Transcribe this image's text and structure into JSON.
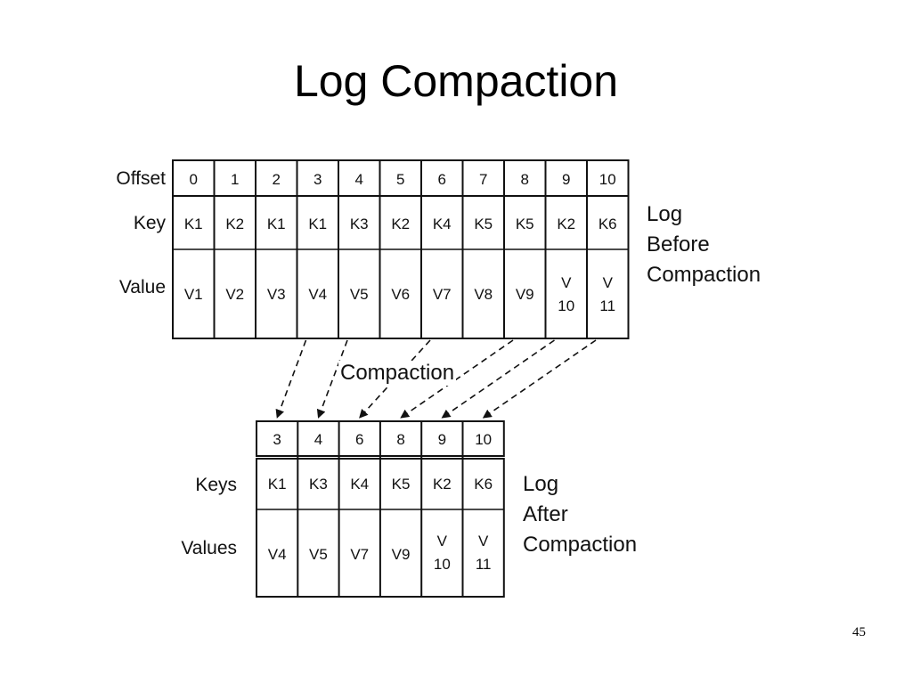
{
  "slide": {
    "title": "Log Compaction",
    "page_number": "45"
  },
  "before": {
    "row_labels": {
      "offset": "Offset",
      "key": "Key",
      "value": "Value"
    },
    "caption": [
      "Log",
      "Before",
      "Compaction"
    ],
    "offsets": [
      "0",
      "1",
      "2",
      "3",
      "4",
      "5",
      "6",
      "7",
      "8",
      "9",
      "10"
    ],
    "keys": [
      "K1",
      "K2",
      "K1",
      "K1",
      "K3",
      "K2",
      "K4",
      "K5",
      "K5",
      "K2",
      "K6"
    ],
    "values": [
      [
        "V1"
      ],
      [
        "V2"
      ],
      [
        "V3"
      ],
      [
        "V4"
      ],
      [
        "V5"
      ],
      [
        "V6"
      ],
      [
        "V7"
      ],
      [
        "V8"
      ],
      [
        "V9"
      ],
      [
        "V",
        "10"
      ],
      [
        "V",
        "11"
      ]
    ]
  },
  "compaction_label": "Compaction",
  "after": {
    "row_labels": {
      "keys": "Keys",
      "values": "Values"
    },
    "caption": [
      "Log",
      "After",
      "Compaction"
    ],
    "offsets": [
      "3",
      "4",
      "6",
      "8",
      "9",
      "10"
    ],
    "keys": [
      "K1",
      "K3",
      "K4",
      "K5",
      "K2",
      "K6"
    ],
    "values": [
      [
        "V4"
      ],
      [
        "V5"
      ],
      [
        "V7"
      ],
      [
        "V9"
      ],
      [
        "V",
        "10"
      ],
      [
        "V",
        "11"
      ]
    ]
  },
  "arrows": [
    {
      "from_offset": "3",
      "to_offset": "3"
    },
    {
      "from_offset": "4",
      "to_offset": "4"
    },
    {
      "from_offset": "6",
      "to_offset": "6"
    },
    {
      "from_offset": "8",
      "to_offset": "8"
    },
    {
      "from_offset": "9",
      "to_offset": "9"
    },
    {
      "from_offset": "10",
      "to_offset": "10"
    }
  ]
}
